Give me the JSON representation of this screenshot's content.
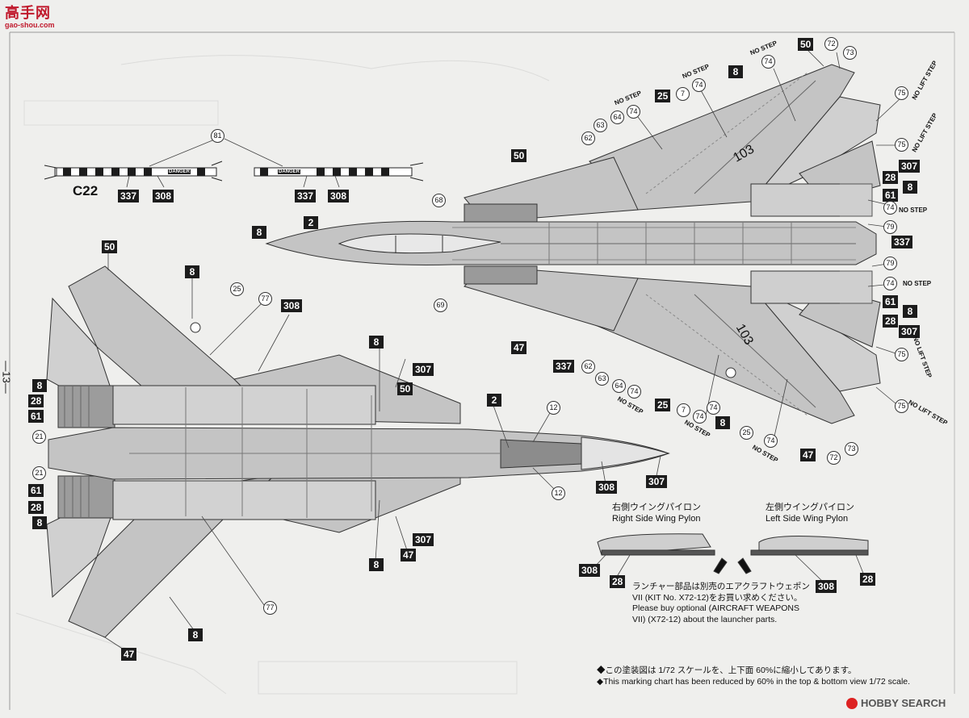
{
  "logo_left": {
    "title": "高手网",
    "url": "gao-shou.com"
  },
  "page_number": "―13―",
  "watermark": {
    "brand": "HOBBY SEARCH"
  },
  "c22_label": "C22",
  "danger": "DANGER",
  "squares": [
    {
      "id": "sq1",
      "t": "50"
    },
    {
      "id": "sq2",
      "t": "8"
    },
    {
      "id": "sq3",
      "t": "25"
    },
    {
      "id": "sq4",
      "t": "50"
    },
    {
      "id": "sq5",
      "t": "2"
    },
    {
      "id": "sq6",
      "t": "50"
    },
    {
      "id": "sq7",
      "t": "8"
    },
    {
      "id": "sq8",
      "t": "337"
    },
    {
      "id": "sq9",
      "t": "308"
    },
    {
      "id": "sq10",
      "t": "337"
    },
    {
      "id": "sq11",
      "t": "308"
    },
    {
      "id": "sq12",
      "t": "307"
    },
    {
      "id": "sq13",
      "t": "28"
    },
    {
      "id": "sq14",
      "t": "8"
    },
    {
      "id": "sq15",
      "t": "61"
    },
    {
      "id": "sq16",
      "t": "337"
    },
    {
      "id": "sq17",
      "t": "61"
    },
    {
      "id": "sq18",
      "t": "8"
    },
    {
      "id": "sq19",
      "t": "28"
    },
    {
      "id": "sq20",
      "t": "307"
    },
    {
      "id": "sq21",
      "t": "47"
    },
    {
      "id": "sq22",
      "t": "337"
    },
    {
      "id": "sq23",
      "t": "25"
    },
    {
      "id": "sq24",
      "t": "8"
    },
    {
      "id": "sq25",
      "t": "47"
    },
    {
      "id": "sq26",
      "t": "50"
    },
    {
      "id": "sq27",
      "t": "8"
    },
    {
      "id": "sq28",
      "t": "308"
    },
    {
      "id": "sq29",
      "t": "8"
    },
    {
      "id": "sq30",
      "t": "307"
    },
    {
      "id": "sq31",
      "t": "8"
    },
    {
      "id": "sq32",
      "t": "28"
    },
    {
      "id": "sq33",
      "t": "61"
    },
    {
      "id": "sq34",
      "t": "2"
    },
    {
      "id": "sq35",
      "t": "308"
    },
    {
      "id": "sq36",
      "t": "307"
    },
    {
      "id": "sq37",
      "t": "61"
    },
    {
      "id": "sq38",
      "t": "28"
    },
    {
      "id": "sq39",
      "t": "8"
    },
    {
      "id": "sq40",
      "t": "307"
    },
    {
      "id": "sq41",
      "t": "47"
    },
    {
      "id": "sq42",
      "t": "8"
    },
    {
      "id": "sq43",
      "t": "8"
    },
    {
      "id": "sq44",
      "t": "47"
    },
    {
      "id": "sq45",
      "t": "308"
    },
    {
      "id": "sq46",
      "t": "28"
    },
    {
      "id": "sq47",
      "t": "308"
    },
    {
      "id": "sq48",
      "t": "28"
    }
  ],
  "circles": [
    {
      "id": "c1",
      "t": "72"
    },
    {
      "id": "c2",
      "t": "73"
    },
    {
      "id": "c3",
      "t": "74"
    },
    {
      "id": "c4",
      "t": "74"
    },
    {
      "id": "c5",
      "t": "7"
    },
    {
      "id": "c6",
      "t": "74"
    },
    {
      "id": "c7",
      "t": "64"
    },
    {
      "id": "c8",
      "t": "63"
    },
    {
      "id": "c9",
      "t": "62"
    },
    {
      "id": "c10",
      "t": "75"
    },
    {
      "id": "c11",
      "t": "75"
    },
    {
      "id": "c12",
      "t": "81"
    },
    {
      "id": "c13",
      "t": "68"
    },
    {
      "id": "c14",
      "t": "74"
    },
    {
      "id": "c15",
      "t": "79"
    },
    {
      "id": "c16",
      "t": "79"
    },
    {
      "id": "c17",
      "t": "74"
    },
    {
      "id": "c18",
      "t": "69"
    },
    {
      "id": "c19",
      "t": "62"
    },
    {
      "id": "c20",
      "t": "63"
    },
    {
      "id": "c21",
      "t": "64"
    },
    {
      "id": "c22",
      "t": "74"
    },
    {
      "id": "c23",
      "t": "75"
    },
    {
      "id": "c24",
      "t": "75"
    },
    {
      "id": "c25",
      "t": "7"
    },
    {
      "id": "c26",
      "t": "74"
    },
    {
      "id": "c27",
      "t": "74"
    },
    {
      "id": "c28",
      "t": "25"
    },
    {
      "id": "c29",
      "t": "74"
    },
    {
      "id": "c30",
      "t": "73"
    },
    {
      "id": "c31",
      "t": "72"
    },
    {
      "id": "c32",
      "t": "25"
    },
    {
      "id": "c33",
      "t": "77"
    },
    {
      "id": "c34",
      "t": "21"
    },
    {
      "id": "c35",
      "t": "21"
    },
    {
      "id": "c36",
      "t": "12"
    },
    {
      "id": "c37",
      "t": "12"
    },
    {
      "id": "c38",
      "t": "77"
    }
  ],
  "no_step_labels": [
    {
      "id": "n1",
      "t": "NO STEP"
    },
    {
      "id": "n2",
      "t": "NO STEP"
    },
    {
      "id": "n3",
      "t": "NO STEP"
    },
    {
      "id": "n4",
      "t": "NO LIFT STEP"
    },
    {
      "id": "n5",
      "t": "NO LIFT STEP"
    },
    {
      "id": "n6",
      "t": "NO STEP"
    },
    {
      "id": "n7",
      "t": "NO STEP"
    },
    {
      "id": "n8",
      "t": "NO LIFT STEP"
    },
    {
      "id": "n9",
      "t": "NO STEP"
    },
    {
      "id": "n10",
      "t": "NO STEP"
    },
    {
      "id": "n11",
      "t": "NO STEP"
    },
    {
      "id": "n12",
      "t": "NO LIFT STEP"
    }
  ],
  "aircraft_number": "103",
  "right_pylon": {
    "jp": "右側ウイングパイロン",
    "en": "Right Side Wing Pylon"
  },
  "left_pylon": {
    "jp": "左側ウイングパイロン",
    "en": "Left Side Wing Pylon"
  },
  "launcher_note": {
    "jp1": "ランチャー部品は別売のエアクラフトウェポン",
    "jp2": "VII (KIT No. X72-12)をお買い求めください。",
    "en1": "Please buy optional (AIRCRAFT WEAPONS",
    "en2": "VII) (X72-12) about the launcher parts."
  },
  "scale_note": {
    "jp": "◆この塗装図は 1/72 スケールを、上下面 60%に縮小してあります。",
    "en": "◆This marking chart has been reduced by 60% in the top & bottom view 1/72 scale."
  },
  "colors": {
    "paint": "#c4c4c4",
    "line": "#333333",
    "ink": "#1c1c1c"
  }
}
